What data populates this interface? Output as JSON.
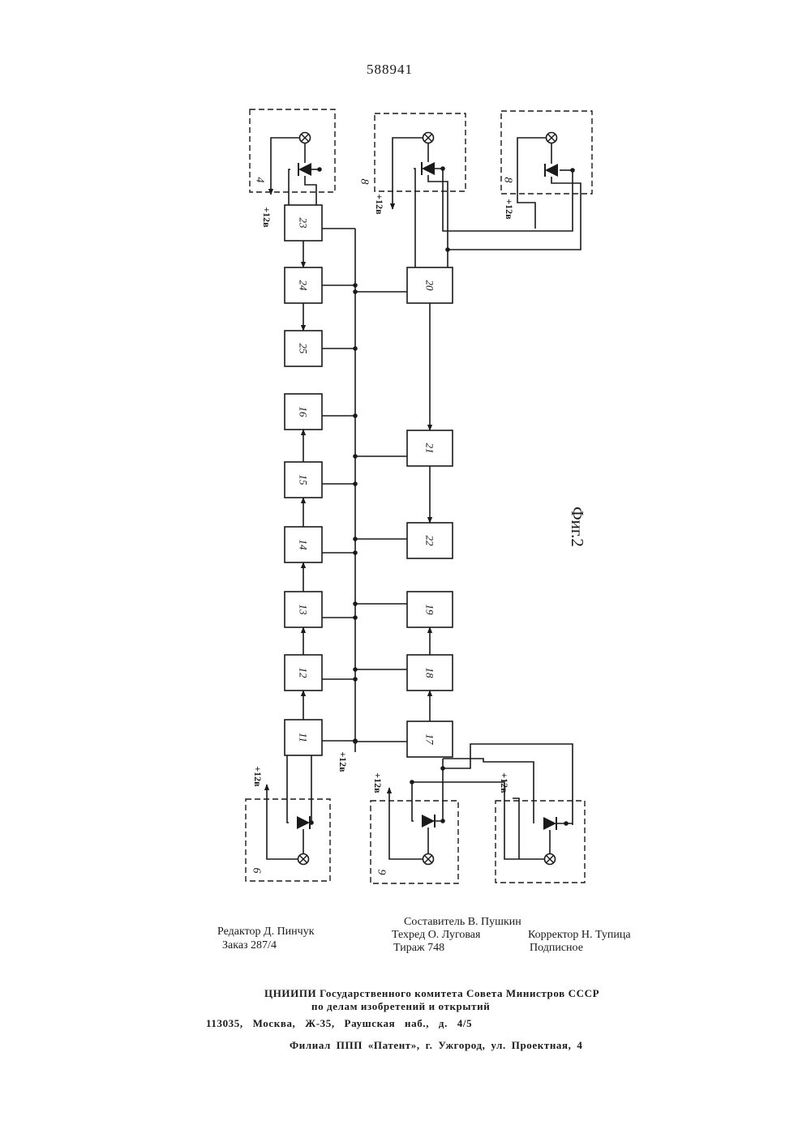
{
  "header": {
    "patent_number": "588941"
  },
  "figure": {
    "caption": "Фиг.2",
    "voltage_label": "+12в",
    "chain_blocks": [
      "23",
      "24",
      "25",
      "16",
      "15",
      "14",
      "13",
      "12",
      "11"
    ],
    "right_blocks": [
      "20",
      "21",
      "22",
      "19",
      "18",
      "17"
    ],
    "sensor_units": [
      "4",
      "8",
      "8",
      "6",
      "9",
      ""
    ]
  },
  "credits": {
    "editor": "Редактор Д. Пинчук",
    "order": "Заказ 287/4",
    "compiler": "Составитель В. Пушкин",
    "techred": "Техред О. Луговая",
    "tirazh": "Тираж 748",
    "corrector": "Корректор Н. Тупица",
    "subscription": "Подписное"
  },
  "publisher": {
    "org_line1": "ЦНИИПИ Государственного комитета Совета Министров СССР",
    "org_line2": "по делам изобретений и открытий",
    "address": "113035, Москва, Ж-35, Раушская наб., д. 4/5",
    "branch": "Филиал ППП «Патент», г. Ужгород, ул. Проектная, 4"
  }
}
